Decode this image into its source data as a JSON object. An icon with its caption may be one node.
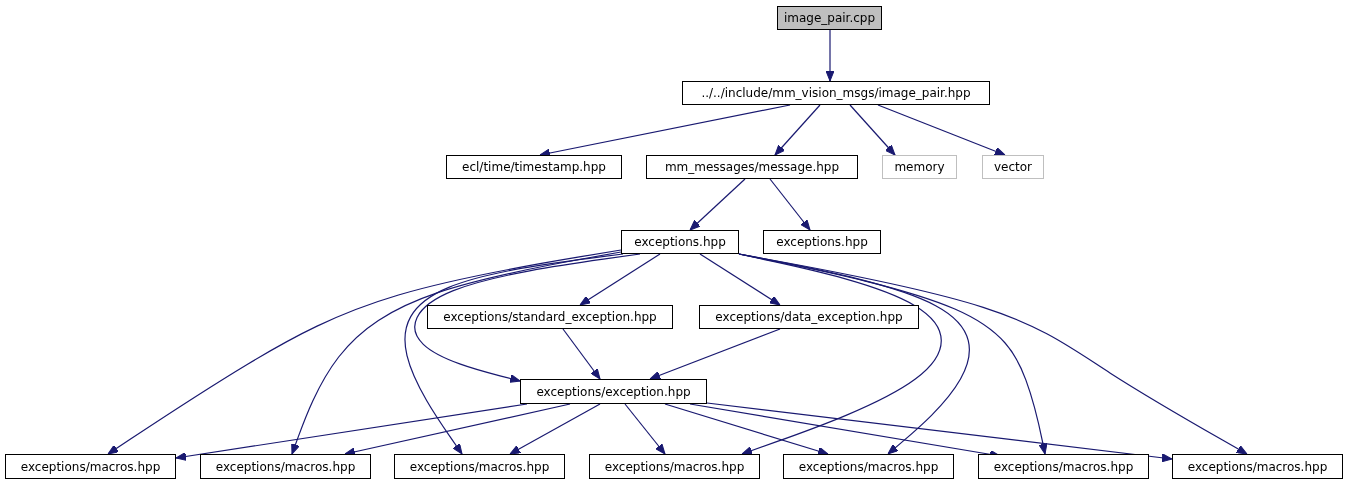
{
  "diagram": {
    "nodes": [
      {
        "text": [
          "image_pair.cpp"
        ]
      },
      {
        "text": [
          "../../include/mm_vision_msgs/image_pair.hpp"
        ]
      },
      {
        "text": [
          "ecl/time/timestamp.hpp"
        ]
      },
      {
        "text": [
          "mm_messages/message.hpp"
        ]
      },
      {
        "text": [
          "memory"
        ]
      },
      {
        "text": [
          "vector"
        ]
      },
      {
        "text": [
          "exceptions.hpp"
        ]
      },
      {
        "text": [
          "exceptions.hpp"
        ]
      },
      {
        "text": [
          "exceptions/standard_exception.hpp"
        ]
      },
      {
        "text": [
          "exceptions/data_exception.hpp"
        ]
      },
      {
        "text": [
          "exceptions/exception.hpp"
        ]
      },
      {
        "text": [
          "exceptions/macros.hpp"
        ]
      },
      {
        "text": [
          "exceptions/macros.hpp"
        ]
      },
      {
        "text": [
          "exceptions/macros.hpp"
        ]
      },
      {
        "text": [
          "exceptions/macros.hpp"
        ]
      },
      {
        "text": [
          "exceptions/macros.hpp"
        ]
      },
      {
        "text": [
          "exceptions/macros.hpp"
        ]
      },
      {
        "text": [
          "exceptions/macros.hpp"
        ]
      }
    ],
    "edges": [
      {
        "from": 0,
        "to": 1,
        "arrow": "to"
      },
      {
        "from": 1,
        "to": 2,
        "arrow": "to"
      },
      {
        "from": 1,
        "to": 3,
        "arrow": "to"
      },
      {
        "from": 1,
        "to": 4,
        "arrow": "to"
      },
      {
        "from": 1,
        "to": 5,
        "arrow": "to"
      },
      {
        "from": 3,
        "to": 6,
        "arrow": "to"
      },
      {
        "from": 3,
        "to": 7,
        "arrow": "to"
      },
      {
        "from": 6,
        "to": 8,
        "arrow": "to"
      },
      {
        "from": 6,
        "to": 9,
        "arrow": "to"
      },
      {
        "from": 6,
        "to": 10,
        "arrow": "to"
      },
      {
        "from": 6,
        "to": 11,
        "arrow": "to"
      },
      {
        "from": 6,
        "to": 12,
        "arrow": "to"
      },
      {
        "from": 6,
        "to": 13,
        "arrow": "to"
      },
      {
        "from": 6,
        "to": 14,
        "arrow": "to"
      },
      {
        "from": 6,
        "to": 15,
        "arrow": "to"
      },
      {
        "from": 6,
        "to": 16,
        "arrow": "to"
      },
      {
        "from": 6,
        "to": 17,
        "arrow": "to"
      },
      {
        "from": 8,
        "to": 10,
        "arrow": "to"
      },
      {
        "from": 9,
        "to": 10,
        "arrow": "to"
      },
      {
        "from": 10,
        "to": 11,
        "arrow": "to"
      },
      {
        "from": 10,
        "to": 12,
        "arrow": "to"
      },
      {
        "from": 10,
        "to": 13,
        "arrow": "to"
      },
      {
        "from": 10,
        "to": 14,
        "arrow": "to"
      },
      {
        "from": 10,
        "to": 15,
        "arrow": "to"
      },
      {
        "from": 10,
        "to": 16,
        "arrow": "to"
      },
      {
        "from": 10,
        "to": 17,
        "arrow": "to"
      }
    ]
  }
}
